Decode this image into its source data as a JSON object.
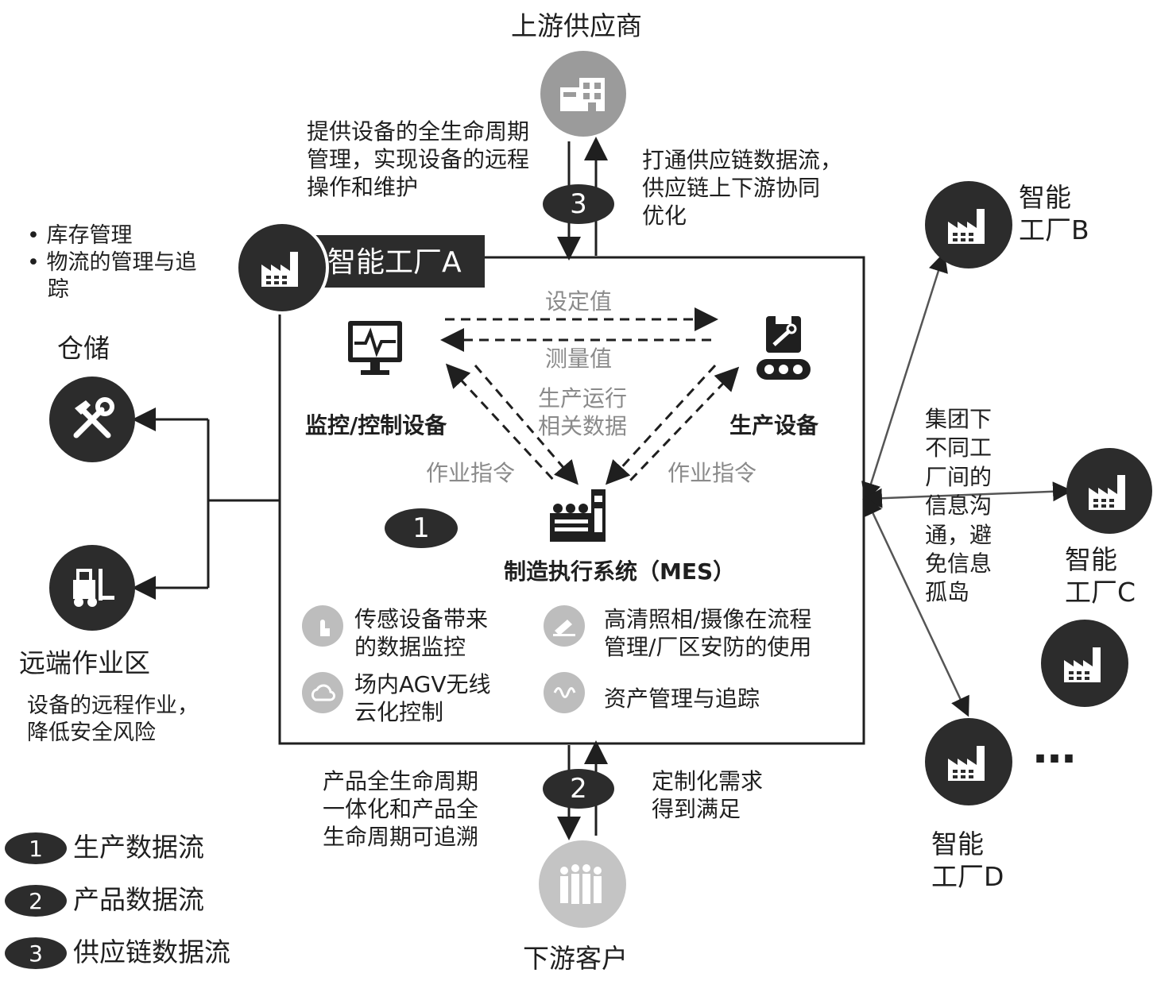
{
  "supplier": {
    "label": "上游供应商",
    "icon": "building-icon"
  },
  "customer": {
    "label": "下游客户",
    "icon": "people-icon"
  },
  "factory_a": {
    "label": "智能工厂A",
    "icon": "factory-icon"
  },
  "factory_b": {
    "label_lines": [
      "智能",
      "工厂B"
    ]
  },
  "factory_c": {
    "label_lines": [
      "智能",
      "工厂C"
    ]
  },
  "factory_d": {
    "label_lines": [
      "智能",
      "工厂D"
    ]
  },
  "ellipsis": "…",
  "supplier_left_note": [
    "提供设备的全生命周期",
    "管理，实现设备的远程",
    "操作和维护"
  ],
  "supplier_right_note": [
    "打通供应链数据流，",
    "供应链上下游协同",
    "优化"
  ],
  "warehouse": {
    "bullets": [
      "• 库存管理",
      "• 物流的管理与追",
      "   踪"
    ],
    "label": "仓储",
    "icon": "tools-icon"
  },
  "remote": {
    "label": "远端作业区",
    "icon": "forklift-icon",
    "note": [
      "设备的远程作业，",
      "降低安全风险"
    ]
  },
  "group_note": [
    "集团下",
    "不同工",
    "厂间的",
    "信息沟",
    "通，避",
    "免信息",
    "孤岛"
  ],
  "inner": {
    "setpoint": "设定值",
    "measure": "测量值",
    "monitor_label": "监控/控制设备",
    "production_label": "生产设备",
    "run_data": [
      "生产运行",
      "相关数据"
    ],
    "instr_left": "作业指令",
    "instr_right": "作业指令",
    "mes_label": "制造执行系统（MES）",
    "features": [
      {
        "lines": [
          "传感设备带来",
          "的数据监控"
        ],
        "icon": "touch-icon"
      },
      {
        "lines": [
          "高清照相/摄像在流程",
          "管理/厂区安防的使用"
        ],
        "icon": "camera-icon"
      },
      {
        "lines": [
          "场内AGV无线",
          "云化控制"
        ],
        "icon": "cloud-icon"
      },
      {
        "lines": [
          "资产管理与追踪"
        ],
        "icon": "tag-icon"
      }
    ]
  },
  "product_left_note": [
    "产品全生命周期",
    "一体化和产品全",
    "生命周期可追溯"
  ],
  "product_right_note": [
    "定制化需求",
    "得到满足"
  ],
  "badges": {
    "one": "1",
    "two": "2",
    "three": "3"
  },
  "legend": [
    {
      "num": "1",
      "label": "生产数据流"
    },
    {
      "num": "2",
      "label": "产品数据流"
    },
    {
      "num": "3",
      "label": "供应链数据流"
    }
  ]
}
